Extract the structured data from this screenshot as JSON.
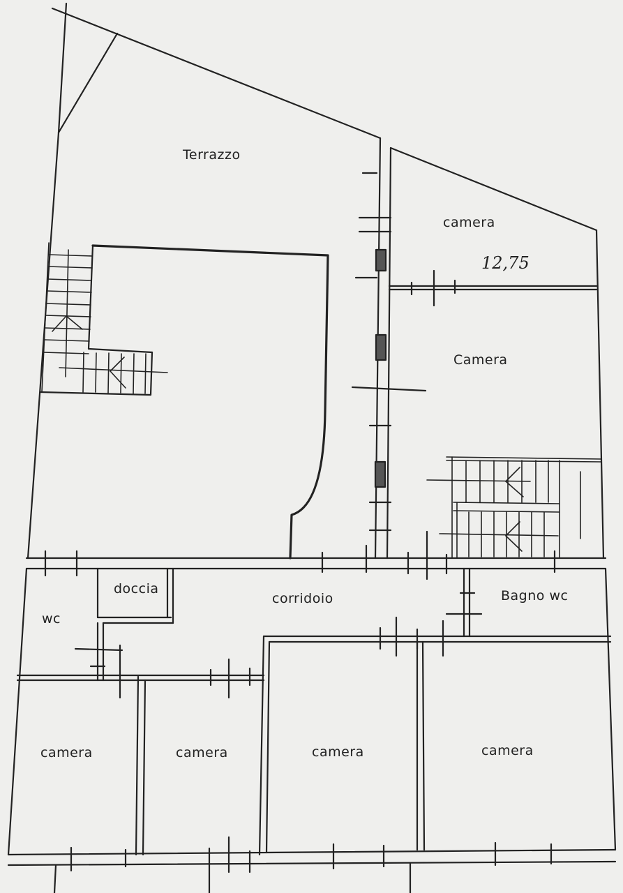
{
  "plan": {
    "rooms": {
      "terrazzo": "Terrazzo",
      "camera_top": "camera",
      "camera_top_area": "12,75",
      "camera_mid": "Camera",
      "doccia": "doccia",
      "corridoio": "corridoio",
      "bagno_wc": "Bagno wc",
      "wc": "wc",
      "camera_1": "camera",
      "camera_2": "camera",
      "camera_3": "camera",
      "camera_4": "camera"
    },
    "colors": {
      "paper": "#efefed",
      "ink": "#222222"
    }
  }
}
